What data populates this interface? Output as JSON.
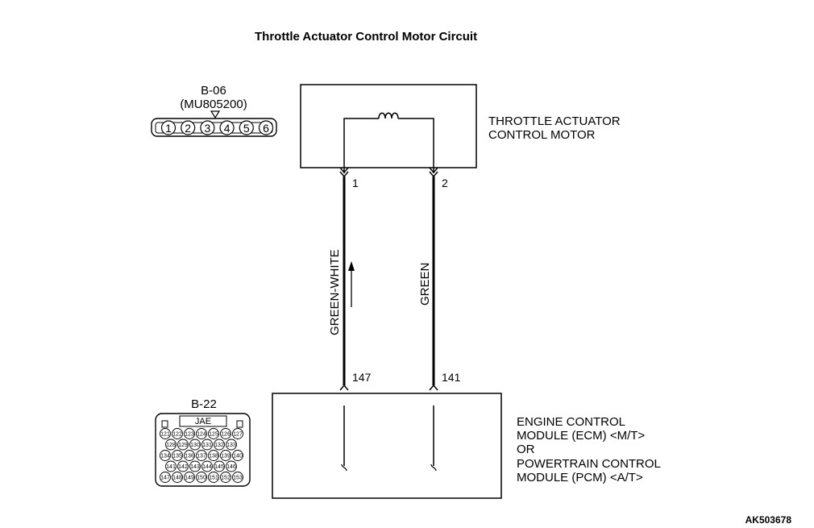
{
  "title": "Throttle Actuator Control Motor Circuit",
  "connector_b06": {
    "id": "B-06",
    "part": "(MU805200)",
    "pins": [
      "1",
      "2",
      "3",
      "4",
      "5",
      "6"
    ]
  },
  "connector_b22": {
    "id": "B-22",
    "maker": "JAE",
    "rows": [
      [
        "121",
        "122",
        "123",
        "124",
        "125",
        "126",
        "127"
      ],
      [
        "128",
        "129",
        "130",
        "131",
        "132",
        "133"
      ],
      [
        "134",
        "135",
        "136",
        "137",
        "138",
        "139",
        "140"
      ],
      [
        "141",
        "142",
        "143",
        "144",
        "145",
        "146"
      ],
      [
        "147",
        "148",
        "149",
        "150",
        "151",
        "152",
        "153"
      ]
    ]
  },
  "motor": {
    "line1": "THROTTLE ACTUATOR",
    "line2": "CONTROL MOTOR"
  },
  "module": {
    "line1": "ENGINE CONTROL",
    "line2": "MODULE (ECM) <M/T>",
    "line3": "OR",
    "line4": "POWERTRAIN CONTROL",
    "line5": "MODULE (PCM) <A/T>"
  },
  "wires": [
    {
      "color_name": "GREEN-WHITE",
      "motor_pin": "1",
      "module_pin": "147"
    },
    {
      "color_name": "GREEN",
      "motor_pin": "2",
      "module_pin": "141"
    }
  ],
  "figure_code": "AK503678"
}
